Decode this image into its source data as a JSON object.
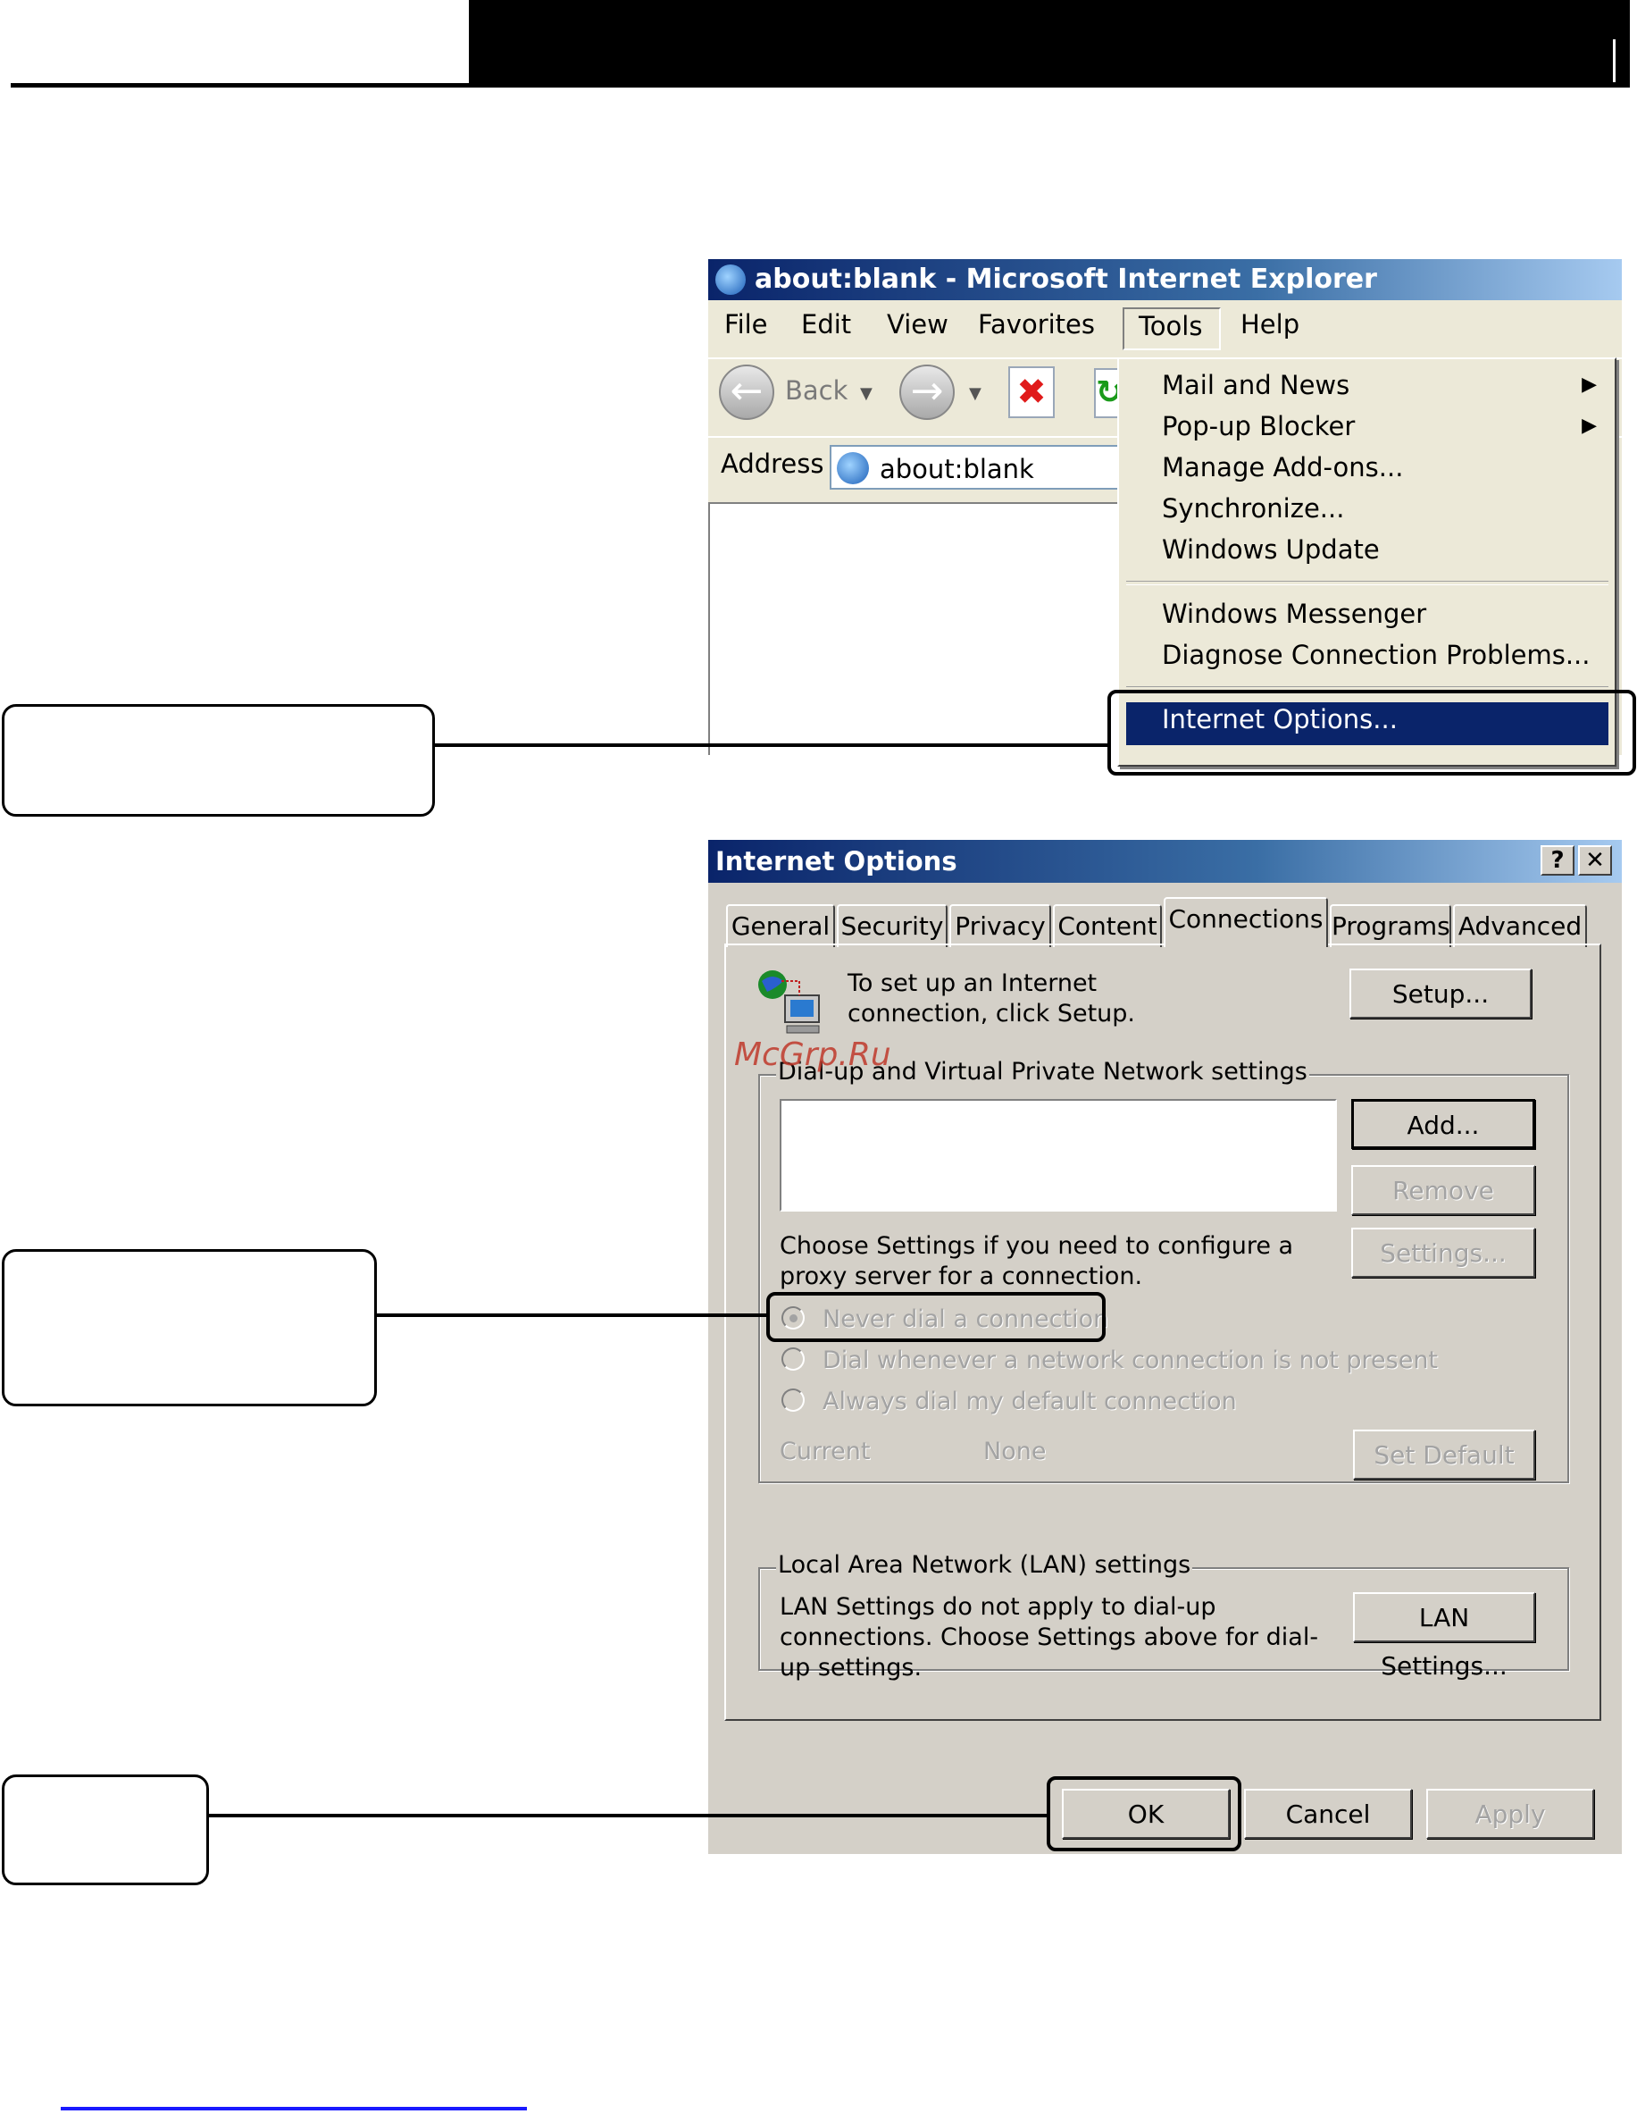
{
  "ie_window": {
    "title": "about:blank - Microsoft Internet Explorer",
    "menu": [
      "File",
      "Edit",
      "View",
      "Favorites",
      "Tools",
      "Help"
    ],
    "toolbar": {
      "back_label": "Back"
    },
    "address_label": "Address",
    "address_value": "about:blank",
    "tools_menu": {
      "items": [
        {
          "label": "Mail and News",
          "submenu": true
        },
        {
          "label": "Pop-up Blocker",
          "submenu": true
        },
        {
          "label": "Manage Add-ons..."
        },
        {
          "label": "Synchronize..."
        },
        {
          "label": "Windows Update"
        },
        {
          "label": "Windows Messenger"
        },
        {
          "label": "Diagnose Connection Problems..."
        },
        {
          "label": "Internet Options...",
          "selected": true
        }
      ]
    }
  },
  "internet_options": {
    "title": "Internet Options",
    "help_glyph": "?",
    "close_glyph": "✕",
    "tabs": [
      "General",
      "Security",
      "Privacy",
      "Content",
      "Connections",
      "Programs",
      "Advanced"
    ],
    "active_tab": "Connections",
    "setup_text": "To set up an Internet connection, click Setup.",
    "setup_button": "Setup...",
    "dialup_group_label": "Dial-up and Virtual Private Network settings",
    "add_button": "Add...",
    "remove_button": "Remove",
    "settings_text": "Choose Settings if you need to configure a proxy server for a connection.",
    "settings_button": "Settings...",
    "radio_options": [
      {
        "label": "Never dial a connection",
        "checked": true
      },
      {
        "label": "Dial whenever a network connection is not present",
        "checked": false
      },
      {
        "label": "Always dial my default connection",
        "checked": false
      }
    ],
    "current_label": "Current",
    "current_value": "None",
    "set_default_button": "Set Default",
    "lan_group_label": "Local Area Network (LAN) settings",
    "lan_text": "LAN Settings do not apply to dial-up connections. Choose Settings above for dial-up settings.",
    "lan_button": "LAN Settings...",
    "ok_button": "OK",
    "cancel_button": "Cancel",
    "apply_button": "Apply"
  },
  "watermark": "McGrp.Ru",
  "colors": {
    "title_gradient_start": "#0a246a",
    "title_gradient_end": "#a6caf0",
    "dialog_face": "#d4d0c8",
    "menu_face": "#ece9d8",
    "highlight": "#0a246a"
  }
}
